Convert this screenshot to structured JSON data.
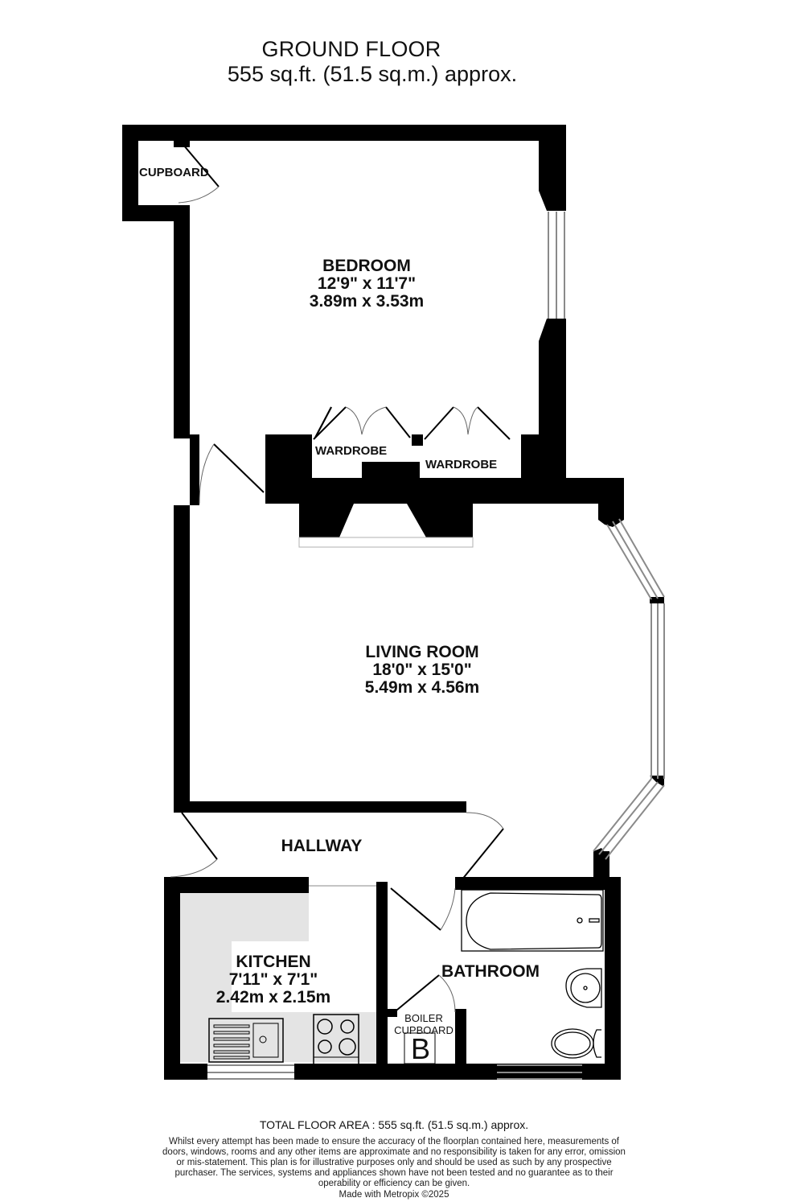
{
  "header": {
    "floor_title": "GROUND FLOOR",
    "floor_area": "555 sq.ft. (51.5 sq.m.) approx."
  },
  "rooms": {
    "bedroom": {
      "name": "BEDROOM",
      "imperial": "12'9\"  x 11'7\"",
      "metric": "3.89m  x 3.53m"
    },
    "living_room": {
      "name": "LIVING ROOM",
      "imperial": "18'0\"  x 15'0\"",
      "metric": "5.49m  x 4.56m"
    },
    "kitchen": {
      "name": "KITCHEN",
      "imperial": "7'11\"  x 7'1\"",
      "metric": "2.42m  x 2.15m"
    },
    "hallway": {
      "name": "HALLWAY"
    },
    "bathroom": {
      "name": "BATHROOM"
    },
    "cupboard": {
      "name": "CUPBOARD"
    },
    "wardrobes": [
      {
        "name": "WARDROBE"
      },
      {
        "name": "WARDROBE"
      }
    ],
    "boiler_cupboard": {
      "line1": "BOILER",
      "line2": "CUPBOARD",
      "symbol": "B"
    }
  },
  "footer": {
    "total_area": "TOTAL FLOOR AREA : 555 sq.ft. (51.5 sq.m.) approx.",
    "disclaimer": "Whilst every attempt has been made to ensure the accuracy of the floorplan contained here, measurements of doors, windows, rooms and any other items are approximate and no responsibility is taken for any error, omission or mis-statement. This plan is for illustrative purposes only and should be used as such by any prospective purchaser. The services, systems and appliances shown have not been tested and no guarantee as to their operability or efficiency can be given.",
    "credit": "Made with Metropix ©2025"
  },
  "colors": {
    "wall": "#000000",
    "window_line": "#8a8a8a",
    "worktop": "#e4e4e4",
    "background": "#ffffff"
  }
}
